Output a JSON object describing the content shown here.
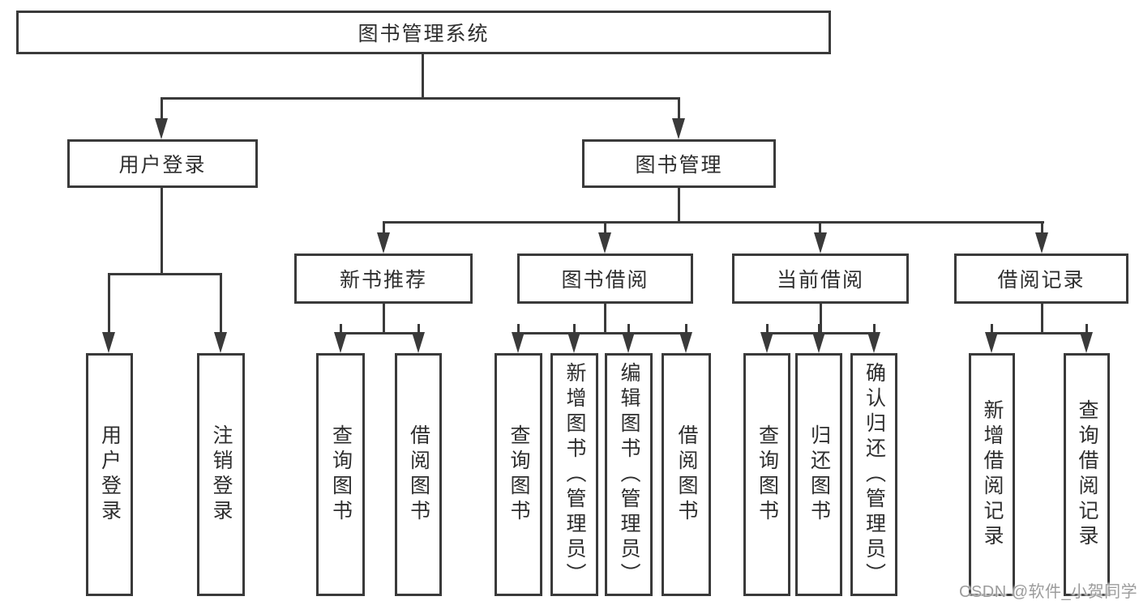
{
  "tree": {
    "label": "图书管理系统",
    "children": [
      {
        "label": "用户登录",
        "children": [
          {
            "label": "用户登录"
          },
          {
            "label": "注销登录"
          }
        ]
      },
      {
        "label": "图书管理",
        "children": [
          {
            "label": "新书推荐",
            "children": [
              {
                "label": "查询图书"
              },
              {
                "label": "借阅图书"
              }
            ]
          },
          {
            "label": "图书借阅",
            "children": [
              {
                "label": "查询图书"
              },
              {
                "label": "新增图书（管理员）"
              },
              {
                "label": "编辑图书（管理员）"
              },
              {
                "label": "借阅图书"
              }
            ]
          },
          {
            "label": "当前借阅",
            "children": [
              {
                "label": "查询图书"
              },
              {
                "label": "归还图书"
              },
              {
                "label": "确认归还（管理员）"
              }
            ]
          },
          {
            "label": "借阅记录",
            "children": [
              {
                "label": "新增借阅记录"
              },
              {
                "label": "查询借阅记录"
              }
            ]
          }
        ]
      }
    ]
  },
  "watermark": "CSDN @软件_小贺同学",
  "colors": {
    "line": "#3a3a3a",
    "text": "#2e2e2e",
    "background": "#ffffff",
    "watermark": "#9c9c9c"
  }
}
